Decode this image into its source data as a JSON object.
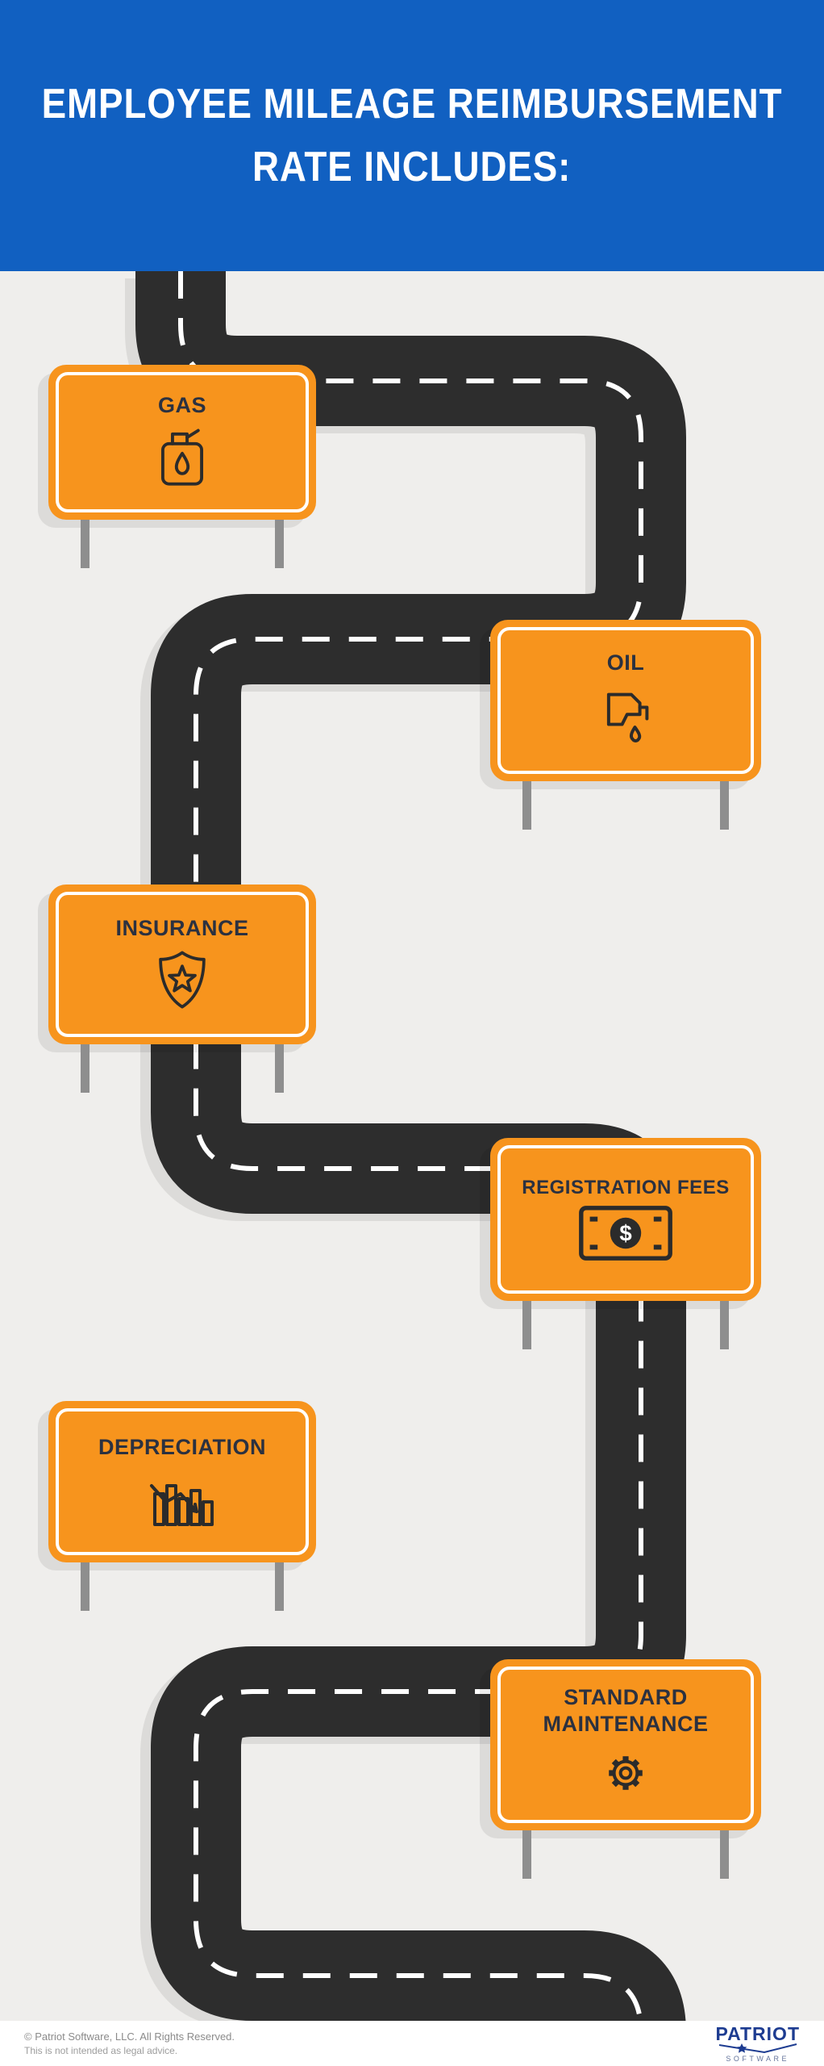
{
  "colors": {
    "banner_blue": "#1160c1",
    "sign_orange": "#f7941d",
    "road_dark": "#2d2d2d",
    "background_gray": "#efeeec",
    "label_dark": "#2b3140",
    "dash_white": "#ffffff",
    "post_gray": "#8e8e8e",
    "logo_blue": "#1d3c91"
  },
  "header": {
    "title_line1": "EMPLOYEE MILEAGE REIMBURSEMENT",
    "title_line2": "RATE INCLUDES:"
  },
  "signs": [
    {
      "label": "GAS",
      "icon": "gas-can-icon"
    },
    {
      "label": "OIL",
      "icon": "fuel-nozzle-icon"
    },
    {
      "label": "INSURANCE",
      "icon": "shield-star-icon"
    },
    {
      "label": "REGISTRATION FEES",
      "icon": "money-bill-icon"
    },
    {
      "label": "DEPRECIATION",
      "icon": "declining-bar-chart-icon"
    },
    {
      "label": "STANDARD MAINTENANCE",
      "icon": "gear-icon"
    }
  ],
  "icons": {
    "currency_symbol": "$"
  },
  "footer": {
    "copyright": "© Patriot Software, LLC. All Rights Reserved.",
    "disclaimer": "This is not intended as legal advice.",
    "logo_primary": "PATRIOT",
    "logo_secondary": "SOFTWARE"
  }
}
